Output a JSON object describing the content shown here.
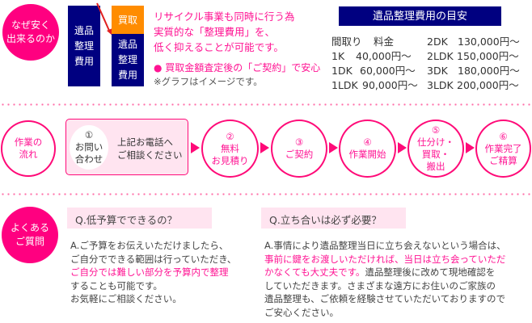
{
  "why": {
    "circle_label": [
      "なぜ安く",
      "出来るのか"
    ],
    "block_before": [
      "遺品",
      "整理",
      "費用"
    ],
    "buyback_label": "買取",
    "block_after": [
      "遺品",
      "整理",
      "費用"
    ],
    "description": [
      "リサイクル事業も同時に行う為",
      "実質的な「整理費用」を、",
      "低く抑えることが可能です。"
    ],
    "bullet": "● 買取金額査定後の「ご契約」で安心",
    "note": "※グラフはイメージです。"
  },
  "price_table": {
    "title": "遺品整理費用の目安",
    "headers": [
      "間取り",
      "料金"
    ],
    "rows": [
      [
        "2DK",
        "130,000円〜"
      ],
      [
        "1K",
        "40,000円〜",
        "2LDK",
        "150,000円〜"
      ],
      [
        "1DK",
        "60,000円〜",
        "3DK",
        "180,000円〜"
      ],
      [
        "1LDK",
        "90,000円〜",
        "3LDK",
        "200,000円〜"
      ]
    ]
  },
  "flow": {
    "label": [
      "作業の",
      "流れ"
    ],
    "step1": {
      "num": "①",
      "title": [
        "お問い",
        "合わせ"
      ],
      "desc": [
        "上記お電話へ",
        "ご相談ください"
      ]
    },
    "steps": [
      {
        "num": "②",
        "lines": [
          "無料",
          "お見積り"
        ]
      },
      {
        "num": "③",
        "lines": [
          "ご契約"
        ]
      },
      {
        "num": "④",
        "lines": [
          "作業開始"
        ]
      },
      {
        "num": "⑤",
        "lines": [
          "仕分け・",
          "買取・",
          "搬出"
        ]
      },
      {
        "num": "⑥",
        "lines": [
          "作業完了",
          "ご精算"
        ]
      }
    ]
  },
  "faq": {
    "label": [
      "よくある",
      "ご質問"
    ],
    "q1": {
      "question": "Q.低予算でできるの？",
      "answer": [
        "A.ご予算をお伝えいただけましたら、",
        "ご自分でできる範囲は行っていただき、",
        "ご自分では難しい部分を予算内で整理",
        "することも可能です。",
        "お気軽にご相談ください。"
      ]
    },
    "q2": {
      "question": "Q.立ち合いは必ず必要？",
      "answer": [
        "A.事情により遺品整理当日に立ち会えないという場合は、",
        "事前に鍵をお渡しいただければ、当日は立ち会っていただ",
        "かなくても大丈夫です。",
        "遺品整理後に改めて現地確認を",
        "していただきます。さまざまな遠方にお住いのご家族の",
        "遺品整理も、ご依頼を経験させていただいておりますので",
        "ご安心ください。"
      ]
    }
  },
  "colors": {
    "pink": "#ff0080",
    "navy": "#000080",
    "orange": "#ff8c00",
    "light_pink": "#ffe4f0"
  }
}
